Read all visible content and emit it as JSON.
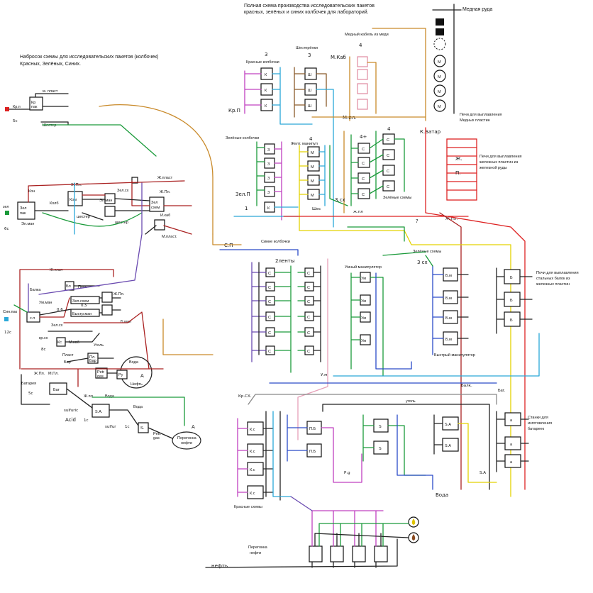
{
  "left": {
    "title_line1": "Набросок схемы для исследовательских пакетов (колбочек)",
    "title_line2": "Красных, Зелёных, Синих.",
    "kr_p": "Кр.п",
    "kr_pak": "Кр\nпак",
    "m_plast": "м. пласт",
    "shester": "Шестер",
    "note_5s": "5с",
    "zh_plast": "Ж.пласт",
    "kon": "Кон",
    "zel_pak": "Зел\nпак",
    "zel_label": "зел",
    "kolb": "Колб",
    "el_man": "Эл.ман",
    "note_6s": "6с",
    "kom": "Ком",
    "zh_pl": "Ж.Пл.",
    "el_m": "Эл.\nм",
    "e_man": "Эл.\nман",
    "shester2": "шестер",
    "zel_sx": "Зел.сх",
    "zel_sx2": "Зел\nсхем",
    "i_kab": "И.каб",
    "m_plast2": "М.пласт.",
    "zh_plit": "Ж.плит",
    "pech": "Печь",
    "bl": "Бл",
    "balka": "Балка",
    "um_man": "Ум.ман",
    "zel_shem": "Зел.схем",
    "bystr_man": "Быстр.ман",
    "sin_pak": "Син.пак",
    "sin_label": "Син.пак",
    "note_12s": "12с",
    "sp": "с.п",
    "kr_sx": "кр.сх",
    "kr_s": "Кр.с",
    "m_kab": "М.каб",
    "zel_sx3": "Зел.сх",
    "note_8s": "8с",
    "plast": "Пласт",
    "bar": "Бар",
    "ugol": "Уголь",
    "petr_gas": "Petr\ngas",
    "voda": "Вода",
    "neft": "Нефть",
    "zh_pl2": "Ж.Пл.",
    "m_pl": "М.Пл.",
    "batareya": "Батарея",
    "bat": "Бат",
    "note_5s2": "5с",
    "sulfuric": "sulfuric",
    "acid": "Acid",
    "sa": "S.A.",
    "zh_pl3": "Ж.пл.",
    "voda2": "Вода",
    "sulfur": "sulfur",
    "s": "S.",
    "petr": "Petr.\ngas",
    "pererab": "Перегонка\nнефти",
    "note_1s": "1с",
    "note_1s2": "1с",
    "a_mark": "A",
    "ry": "Ру"
  },
  "right": {
    "title_line1": "Полная схема производства исследовательских пакетов",
    "title_line2": "красных, зелёных и синих колбочек для лабораторий.",
    "med_ruda": "Медная руда",
    "pechi_med_1": "Печи для выплавления",
    "pechi_med_2": "Медных пластин",
    "m_letter": "М",
    "kr_kolb": "Красные колбочки",
    "shesterenki": "Шестерёнки",
    "med_kabel": "Медный кабель из меди",
    "n3a": "3",
    "n3b": "3",
    "n4a": "4",
    "k_letter": "К",
    "sh_letter": "Ш",
    "m_kab": "М.Каб",
    "m_pl": "М.пл.",
    "kr_p": "Кр.П",
    "k_batar": "К.Батар",
    "zel_kolb": "Зелёные колбочки",
    "zhelt_man": "Желт. манипул",
    "n4b": "4",
    "n4c": "4+",
    "n4d": "4",
    "n1": "1",
    "z_letter": "З",
    "mm_letter": "М",
    "c_letter": "С",
    "zel_p": "Зел.П",
    "shes": "Шес",
    "three_sx": "3.сх",
    "zh_pl_a": "ж.пл",
    "zel_shemy": "Зелёные схемы",
    "pechi_zh_1": "Печи для выплавления",
    "pechi_zh_2": "железных пластин из",
    "pechi_zh_3": "железной руды",
    "zh_p": "Ж.\nП.",
    "zh_pl_b": "Ж.Пл.",
    "sp": "С.П",
    "sin_kolb": "Синие колбочки",
    "two_lenty": "2ленты",
    "question": "?",
    "zel_shemy2": "Зелёные схемы",
    "three_sx2": "3 сх",
    "umn_man": "Умный манипулятор",
    "um_letter": "Ум",
    "bm_letter": "Б.м",
    "b_letter": "Б",
    "pechi_st_1": "Почи для выплавления",
    "pechi_st_2": "стальных балок из",
    "pechi_st_3": "железных пластин",
    "bystr_man": "Быстрый манипулятор",
    "um": "У.м",
    "balk": "Балк.",
    "bat": "Бат.",
    "kr_sx": "Кр.СХ.",
    "ugol": "уголь",
    "ks_letter": "К.с",
    "pb_letter": "П.Б",
    "s_letter": "S",
    "sa_letter": "S.A",
    "a_letter": "а",
    "stanki_1": "Станки для",
    "stanki_2": "изготовления",
    "stanki_3": "батареек",
    "rg": "Р.g",
    "sa2": "S.A",
    "voda": "Вода",
    "kr_shemy": "Красные схемы",
    "pereg_1": "Перегонка",
    "pereg_2": "нефти",
    "neft": "нефть"
  }
}
